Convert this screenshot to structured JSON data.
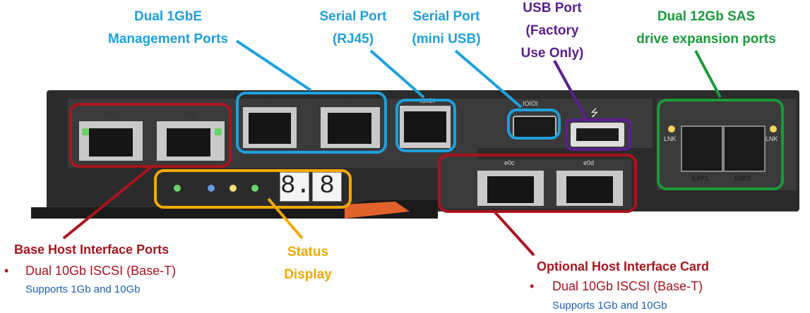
{
  "callouts": {
    "mgmt": {
      "line1": "Dual 1GbE",
      "line2": "Management Ports"
    },
    "serial_rj45": {
      "line1": "Serial Port",
      "line2": "(RJ45)"
    },
    "serial_usb": {
      "line1": "Serial Port",
      "line2": "(mini USB)"
    },
    "usb": {
      "line1": "USB Port",
      "line2": "(Factory",
      "line3": "Use Only)"
    },
    "sas": {
      "line1": "Dual 12Gb SAS",
      "line2": "drive expansion ports"
    },
    "status": {
      "line1": "Status",
      "line2": "Display"
    }
  },
  "base_host": {
    "title": "Base Host Interface Ports",
    "bullet": "Dual 10Gb ISCSI (Base-T)",
    "sub": "Supports 1Gb and 10Gb"
  },
  "optional_host": {
    "title": "Optional Host Interface Card",
    "bullet": "Dual 10Gb ISCSI (Base-T)",
    "sub": "Supports 1Gb and 10Gb"
  },
  "port_labels": {
    "e0a": "e0a",
    "e0b": "e0b",
    "e0c": "e0c",
    "e0d": "e0d",
    "p1": "P1",
    "p2": "P2",
    "serial_mark": "IOIOI",
    "usb_mark": "IOIOI",
    "lnk_left": "LNK",
    "lnk_right": "LNK",
    "exp1": "EXP1",
    "exp2": "EXP2",
    "digit1": "8.",
    "digit2": "8"
  },
  "colors": {
    "red": "#a8141e",
    "blue": "#1ea0dc",
    "purple": "#5a1e8c",
    "green": "#1a9a3a",
    "orange": "#f2a900"
  }
}
